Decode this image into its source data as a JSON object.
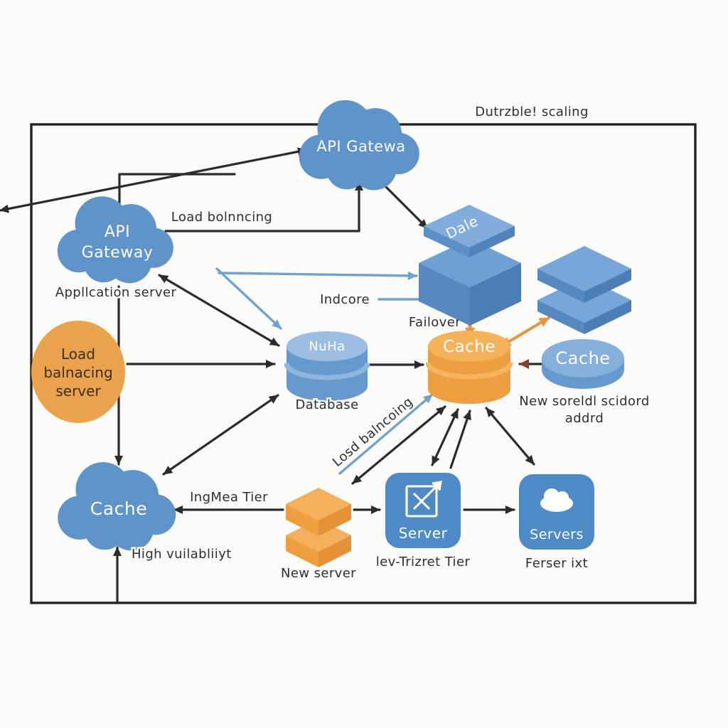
{
  "diagram": {
    "frame_note": "Dutrzble! scaling",
    "nodes": {
      "gateway_top": {
        "label": "API Gatewa"
      },
      "gateway_left": {
        "line1": "API",
        "line2": "Gateway",
        "caption": "Appllcation server"
      },
      "load_balancer": {
        "line1": "Load",
        "line2": "balnacing",
        "line3": "server"
      },
      "database": {
        "label": "NuHa",
        "caption": "Database"
      },
      "data_box": {
        "label": "Dale"
      },
      "cache_primary": {
        "label": "Cache"
      },
      "cache_replica": {
        "label": "Cache",
        "caption_line1": "New soreldl scidord",
        "caption_line2": "addrd"
      },
      "cache_cloud": {
        "label": "Cache",
        "caption": "High vuilabliiyt"
      },
      "new_server": {
        "caption": "New server"
      },
      "server_box": {
        "label": "Server",
        "caption": "lev-Trizret Tier"
      },
      "servers_box": {
        "label": "Servers",
        "caption": "Ferser ixt"
      }
    },
    "edge_labels": {
      "load_balancing_top": "Load bolnncing",
      "indcore": "Indcore",
      "failover": "Failover",
      "load_balancing_diag": "Losd balncoing",
      "tier": "IngMea Tier"
    },
    "colors": {
      "node_blue": "#5E94CA",
      "node_blue_light": "#9CBEE3",
      "node_orange": "#EAA24C",
      "arrow_black": "#2B2B2B",
      "arrow_blue": "#6FA3CF",
      "arrow_orange": "#E8953F",
      "arrow_maroon": "#8E3B2F",
      "background": "#FBFBF9"
    }
  }
}
